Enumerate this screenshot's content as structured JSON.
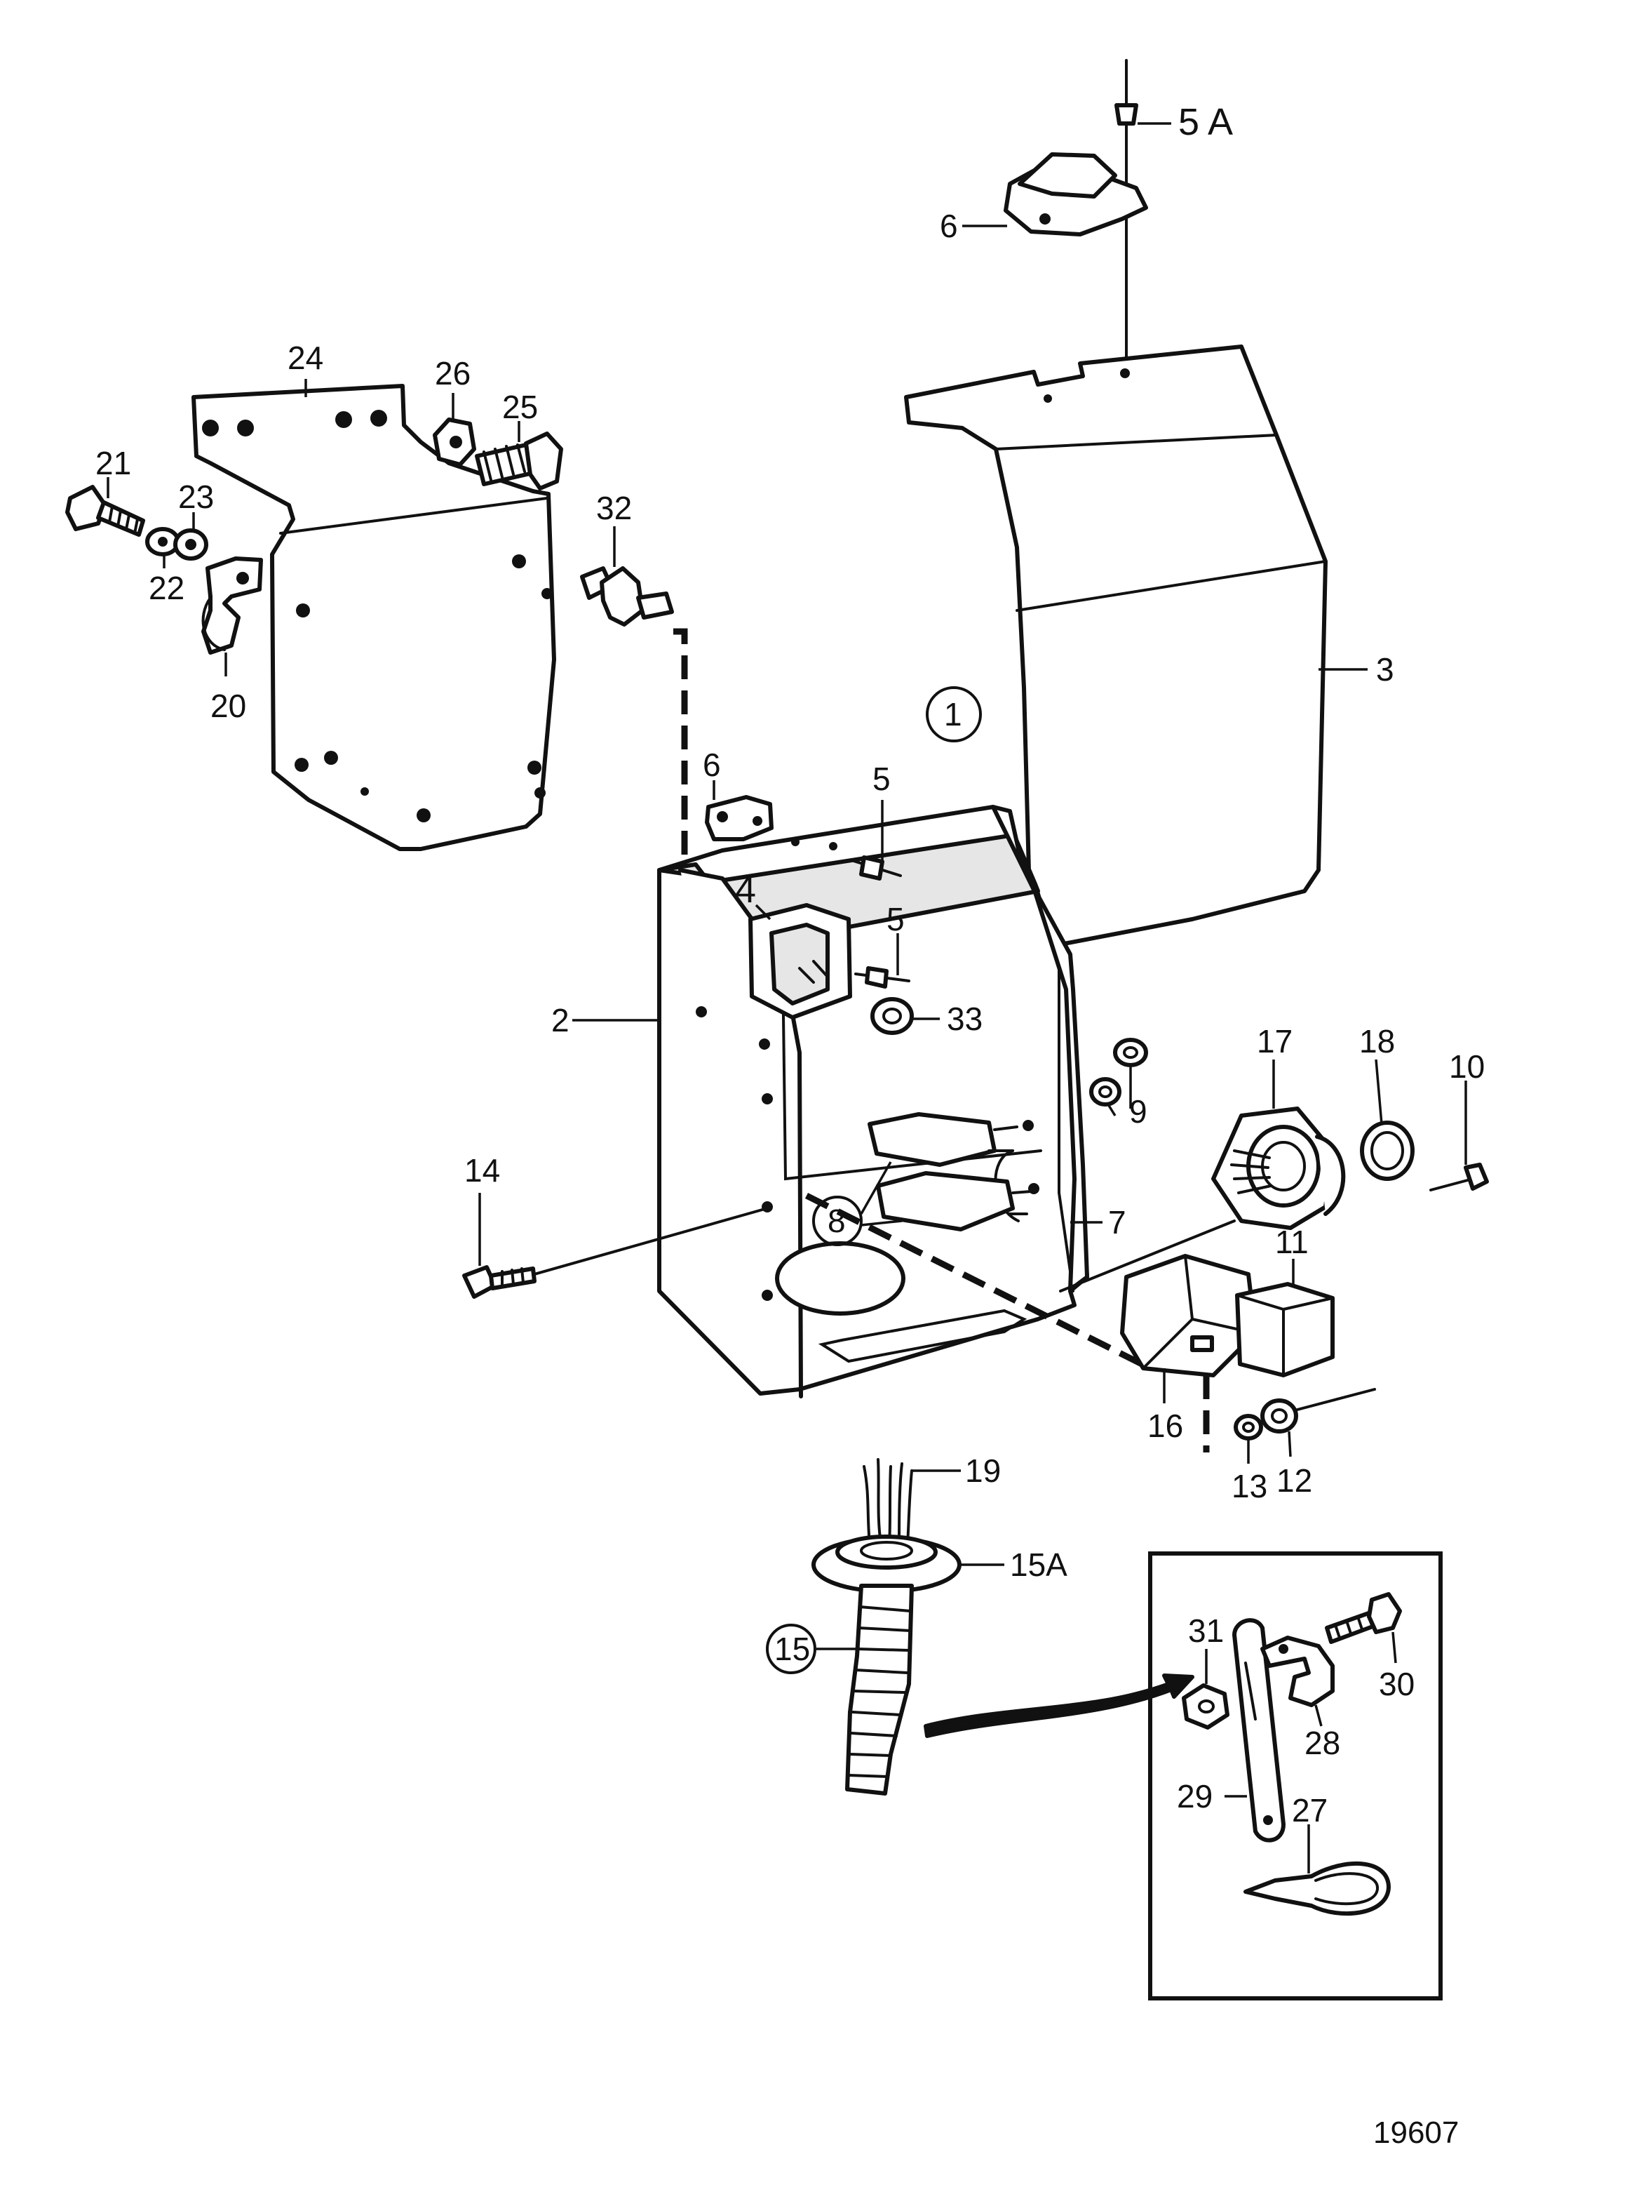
{
  "figure_number": "19607",
  "callouts": {
    "c5A": "5 A",
    "c6_top": "6",
    "c24": "24",
    "c26": "26",
    "c25": "25",
    "c21": "21",
    "c23": "23",
    "c22": "22",
    "c32": "32",
    "c20": "20",
    "c3": "3",
    "c1": "1",
    "c6_mid": "6",
    "c5_upper": "5",
    "c4": "4",
    "c5_lower": "5",
    "c2": "2",
    "c33": "33",
    "c9": "9",
    "c17": "17",
    "c18": "18",
    "c10": "10",
    "c8": "8",
    "c14": "14",
    "c7": "7",
    "c11": "11",
    "c16": "16",
    "c13": "13",
    "c12": "12",
    "c19": "19",
    "c15A": "15A",
    "c15": "15",
    "c31": "31",
    "c30": "30",
    "c28": "28",
    "c29": "29",
    "c27": "27"
  }
}
